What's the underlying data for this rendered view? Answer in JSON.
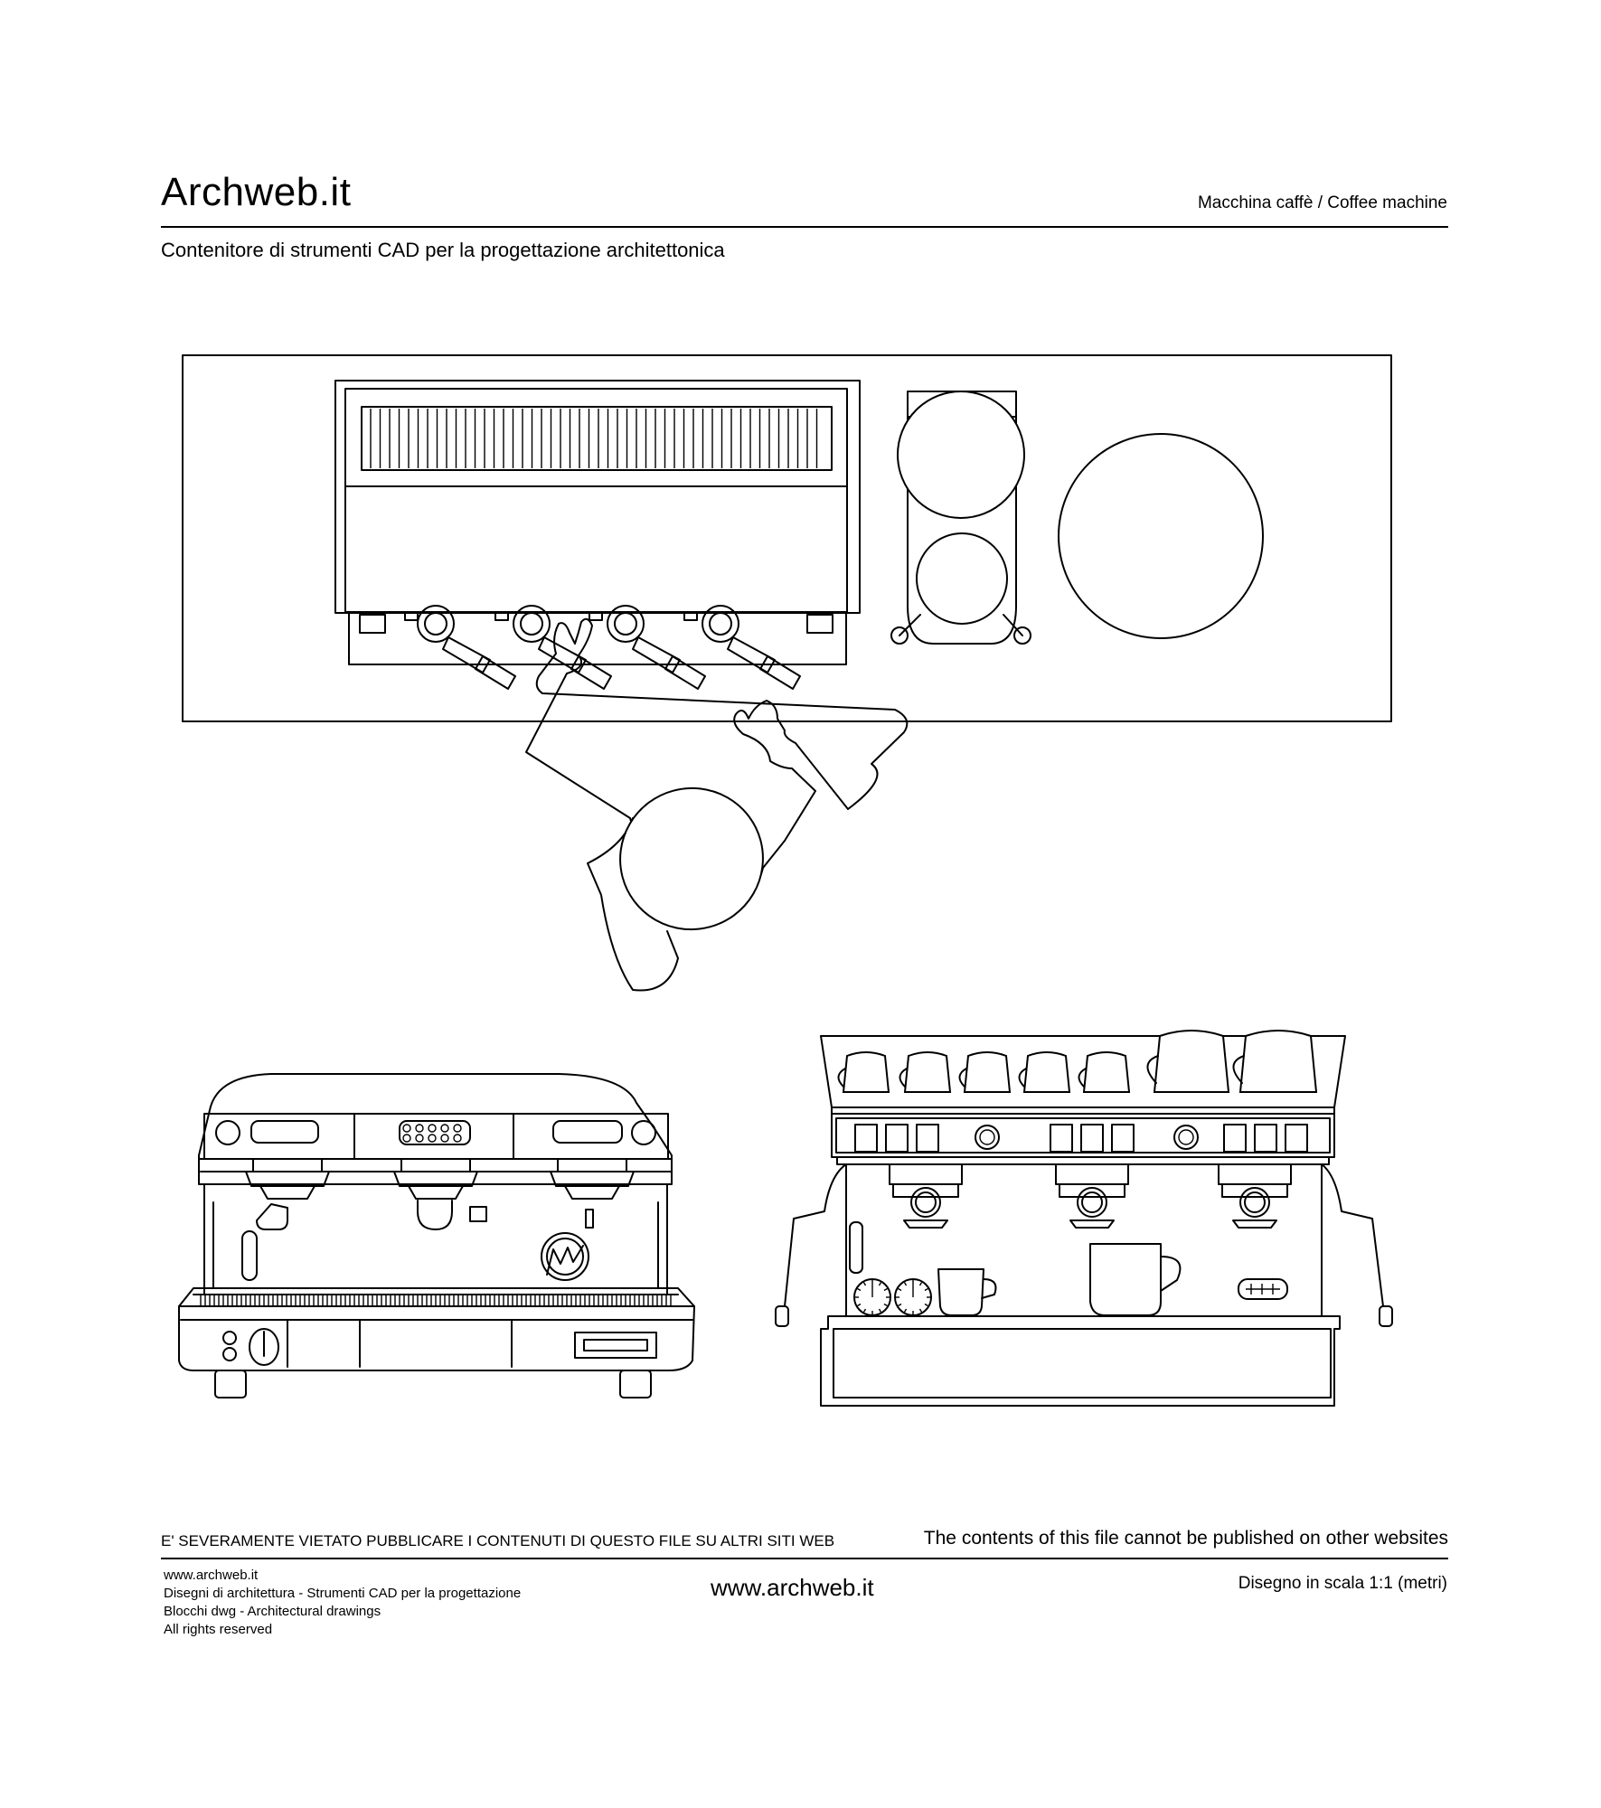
{
  "header": {
    "brand": "Archweb.it",
    "sheet_title": "Macchina caffè  /  Coffee machine",
    "subtitle": "Contenitore di strumenti CAD per la progettazione architettonica"
  },
  "notice": {
    "it": "E' SEVERAMENTE VIETATO PUBBLICARE I CONTENUTI DI QUESTO FILE SU ALTRI SITI WEB",
    "en": "The contents of this file cannot be published on other websites"
  },
  "footer": {
    "left_lines": [
      "www.archweb.it",
      "Disegni di architettura - Strumenti CAD  per la progettazione",
      "Blocchi dwg - Architectural drawings",
      "All rights reserved"
    ],
    "center": "www.archweb.it",
    "right": "Disegno in scala 1:1 (metri)"
  },
  "drawings": [
    {
      "view": "plan-view",
      "subjects": [
        "coffee-machine",
        "coffee-grinder",
        "round-tray",
        "barista"
      ]
    },
    {
      "view": "front-view-1",
      "subjects": [
        "coffee-machine"
      ]
    },
    {
      "view": "front-view-2",
      "subjects": [
        "coffee-machine",
        "cups"
      ]
    }
  ]
}
